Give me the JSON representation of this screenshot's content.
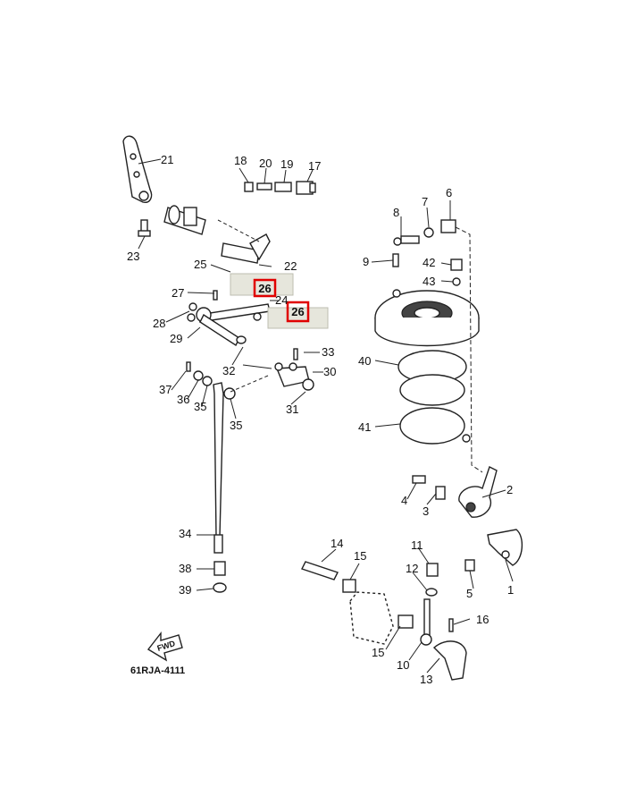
{
  "diagram": {
    "code": "61RJA-4111",
    "fwd_text": "FWD",
    "labels": [
      "1",
      "2",
      "3",
      "4",
      "5",
      "6",
      "7",
      "8",
      "9",
      "10",
      "11",
      "12",
      "13",
      "14",
      "15",
      "15",
      "16",
      "17",
      "18",
      "19",
      "20",
      "21",
      "22",
      "23",
      "24",
      "25",
      "27",
      "28",
      "29",
      "30",
      "31",
      "32",
      "33",
      "34",
      "35",
      "35",
      "36",
      "37",
      "38",
      "39",
      "40",
      "41",
      "42",
      "43"
    ],
    "highlighted": [
      "26",
      "26"
    ],
    "highlight_color": "#e00000"
  }
}
